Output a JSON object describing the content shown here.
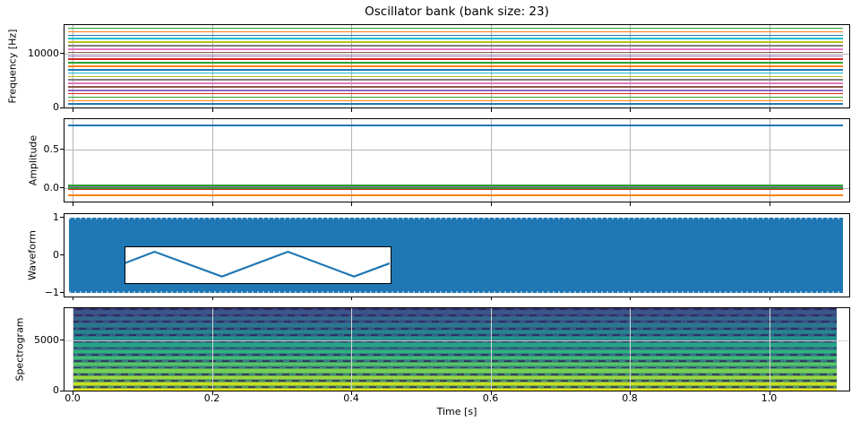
{
  "figure": {
    "title": "Oscillator bank (bank size: 23)",
    "xlabel": "Time [s]",
    "background": "#ffffff"
  },
  "x_axis": {
    "tick_values": [
      0.0,
      0.2,
      0.4,
      0.6,
      0.8,
      1.0
    ],
    "tick_labels": [
      "0.0",
      "0.2",
      "0.4",
      "0.6",
      "0.8",
      "1.0"
    ],
    "xlim": [
      -0.0135,
      1.116
    ],
    "data_end_s": 1.106
  },
  "palette": {
    "color_cycle": [
      "#1f77b4",
      "#ff7f0e",
      "#2ca02c",
      "#d62728",
      "#9467bd",
      "#8c564b",
      "#e377c2",
      "#7f7f7f",
      "#bcbd22",
      "#17becf"
    ],
    "grid": "#b4b4b4",
    "grid_light": "#d4d4d4",
    "spine": "#000000",
    "waveform_fill": "#1f77b4",
    "spectrogram_bg_bottom": "#2f8577",
    "spectrogram_bg_mid": "#35608d",
    "spectrogram_bg_top": "#3f4181",
    "spectrogram_dash": "#2c2254",
    "spectrogram_bands": [
      "#ece51b",
      "#c8e020",
      "#9cd93c",
      "#74d055",
      "#55c667",
      "#40bc73",
      "#2fb27c",
      "#26a584",
      "#21968b",
      "#23878e",
      "#2b788e",
      "#33688d",
      "#3a588a",
      "#3e4e86"
    ]
  },
  "chart_data": [
    {
      "panel": "oscillator-frequencies",
      "type": "line",
      "title": "Oscillator bank (bank size: 23)",
      "ylabel": "Frequency [Hz]",
      "bank_size": 23,
      "ylim": [
        0,
        15333
      ],
      "yticks": [
        {
          "value": 0,
          "label": "0"
        },
        {
          "value": 10000,
          "label": "10000"
        }
      ],
      "note": "23 constant horizontal frequency lines, color cycle repeats",
      "frequencies_hz": [
        640,
        1280,
        1920,
        2560,
        3200,
        3840,
        4480,
        5120,
        5760,
        6400,
        7040,
        7680,
        8320,
        8960,
        9600,
        10240,
        10880,
        11520,
        12160,
        12800,
        13440,
        14080,
        14720
      ]
    },
    {
      "panel": "oscillator-amplitudes",
      "type": "line",
      "ylabel": "Amplitude",
      "ylim": [
        -0.177,
        0.885
      ],
      "yticks": [
        {
          "value": 0.0,
          "label": "0.0"
        },
        {
          "value": 0.5,
          "label": "0.5"
        }
      ],
      "note": "constant amplitude per oscillator (triangle-wave Fourier coefficients)",
      "amplitudes": [
        0.8106,
        -0.0901,
        0.0324,
        -0.0165,
        0.01,
        -0.0067,
        0.0048,
        -0.0036,
        0.0028,
        -0.0022,
        0.0018,
        -0.0015,
        0.0013,
        -0.0011,
        0.001,
        -0.0008,
        0.0007,
        -0.0007,
        0.0006,
        -0.0005,
        0.0005,
        -0.0004,
        0.0004
      ]
    },
    {
      "panel": "waveform",
      "type": "line",
      "ylabel": "Waveform",
      "ylim": [
        -1.1,
        1.1
      ],
      "yticks": [
        {
          "value": 1,
          "label": "1"
        },
        {
          "value": 0,
          "label": "0"
        },
        {
          "value": -1,
          "label": "−1"
        }
      ],
      "envelope": [
        -1.0,
        1.0
      ],
      "note": "dense triangle-wave oscillation filling ±1 over 0–1.106 s; inset shows ~2 periods",
      "inset": {
        "wave_points_frac": [
          [
            0,
            0.44
          ],
          [
            0.11,
            0.06
          ],
          [
            0.365,
            0.9
          ],
          [
            0.615,
            0.06
          ],
          [
            0.865,
            0.9
          ],
          [
            1,
            0.45
          ]
        ]
      }
    },
    {
      "panel": "spectrogram",
      "type": "heatmap",
      "ylabel": "Spectrogram",
      "ylim": [
        0,
        8192
      ],
      "yticks": [
        {
          "value": 0,
          "label": "0"
        },
        {
          "value": 5000,
          "label": "5000"
        }
      ],
      "colormap": "viridis",
      "harmonic_spacing_hz": 650,
      "n_bands": 14,
      "note": "bright harmonic bands every ~650 Hz, yellow at bottom fading to dark blue at top, dark dashed nulls between bands"
    }
  ]
}
